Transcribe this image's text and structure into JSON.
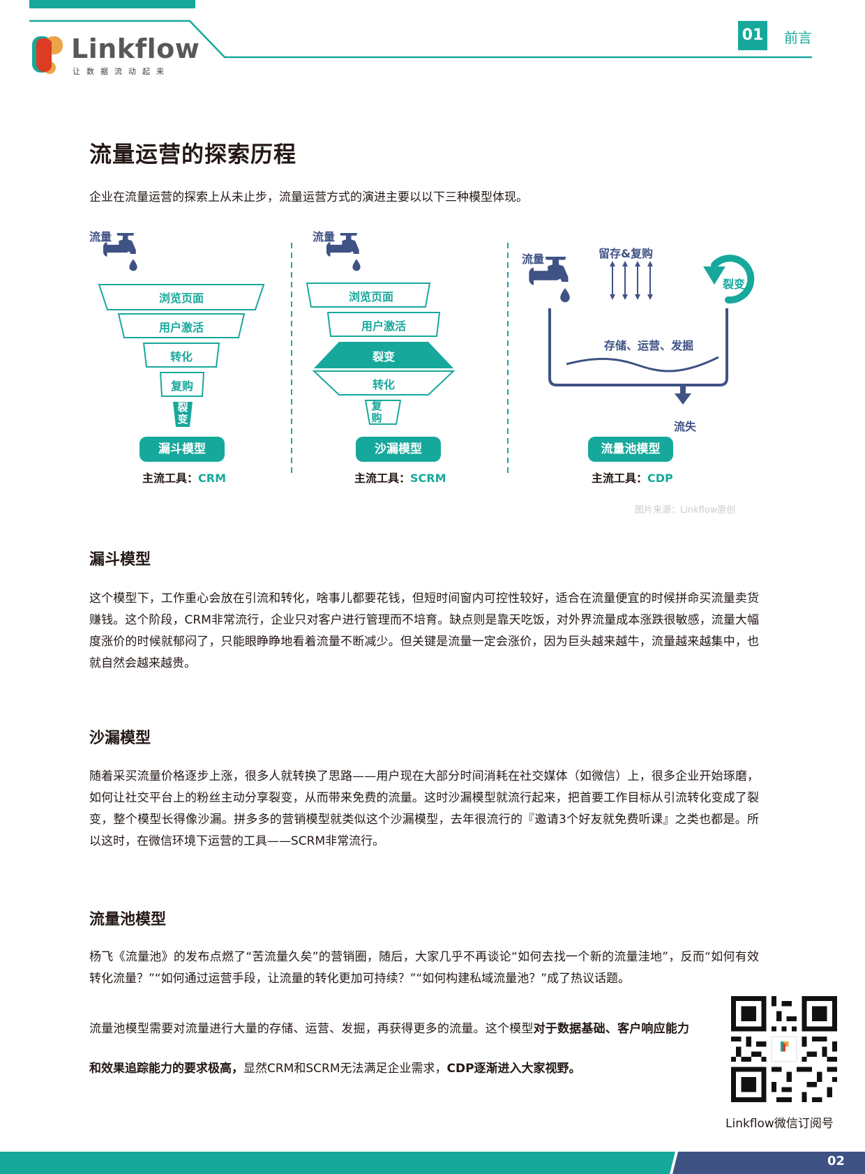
{
  "header": {
    "brand": "Linkflow",
    "tagline": "让数据流动起来",
    "chapter_number": "01",
    "chapter_title": "前言"
  },
  "page": {
    "title": "流量运营的探索历程",
    "intro": "企业在流量运营的探索上从未止步，流量运营方式的演进主要以以下三种模型体现。"
  },
  "diagram": {
    "funnel": {
      "source_label": "流量",
      "stages": [
        "浏览页面",
        "用户激活",
        "转化",
        "复购",
        "裂变"
      ],
      "model_label": "漏斗模型",
      "tool_prefix": "主流工具：",
      "tool": "CRM"
    },
    "hourglass": {
      "source_label": "流量",
      "stages": [
        "浏览页面",
        "用户激活",
        "裂变",
        "转化",
        "复购"
      ],
      "model_label": "沙漏模型",
      "tool_prefix": "主流工具：",
      "tool": "SCRM"
    },
    "pool": {
      "source_label": "流量",
      "retention_label": "留存&复购",
      "viral_label": "裂变",
      "pool_label": "存储、运营、发掘",
      "loss_label": "流失",
      "model_label": "流量池模型",
      "tool_prefix": "主流工具：",
      "tool": "CDP"
    },
    "credit": "图片来源：Linkflow原创"
  },
  "sections": [
    {
      "heading": "漏斗模型",
      "paragraphs": [
        "这个模型下，工作重心会放在引流和转化，啥事儿都要花钱，但短时间窗内可控性较好，适合在流量便宜的时候拼命买流量卖货赚钱。这个阶段，CRM非常流行，企业只对客户进行管理而不培育。缺点则是靠天吃饭，对外界流量成本涨跌很敏感，流量大幅度涨价的时候就郁闷了，只能眼睁睁地看着流量不断减少。但关键是流量一定会涨价，因为巨头越来越牛，流量越来越集中，也就自然会越来越贵。"
      ]
    },
    {
      "heading": "沙漏模型",
      "paragraphs": [
        "随着采买流量价格逐步上涨，很多人就转换了思路——用户现在大部分时间消耗在社交媒体（如微信）上，很多企业开始琢磨，如何让社交平台上的粉丝主动分享裂变，从而带来免费的流量。这时沙漏模型就流行起来，把首要工作目标从引流转化变成了裂变，整个模型长得像沙漏。拼多多的营销模型就类似这个沙漏模型，去年很流行的『邀请3个好友就免费听课』之类也都是。所以这时，在微信环境下运营的工具——SCRM非常流行。"
      ]
    },
    {
      "heading": "流量池模型",
      "paragraphs": [
        "杨飞《流量池》的发布点燃了“苦流量久矣”的营销圈，随后，大家几乎不再谈论“如何去找一个新的流量洼地”，反而“如何有效转化流量？”“如何通过运营手段，让流量的转化更加可持续？”“如何构建私域流量池？”成了热议话题。"
      ],
      "closing": {
        "part1": "流量池模型需要对流量进行大量的存储、运营、发掘，再获得更多的流量。这个模型",
        "bold1": "对于数据基础、客户响应",
        "bold2": "能力和效果追踪能力的要求极高，",
        "part2": "显然CRM和SCRM无法满足企业需求，",
        "bold3": "CDP逐渐进入大家视野。"
      }
    }
  ],
  "qr": {
    "caption": "Linkflow微信订阅号"
  },
  "footer": {
    "page_number": "02"
  },
  "colors": {
    "teal": "#17a89c",
    "navy": "#3f5284",
    "text": "#231815",
    "credit_gray": "#c9caca"
  }
}
